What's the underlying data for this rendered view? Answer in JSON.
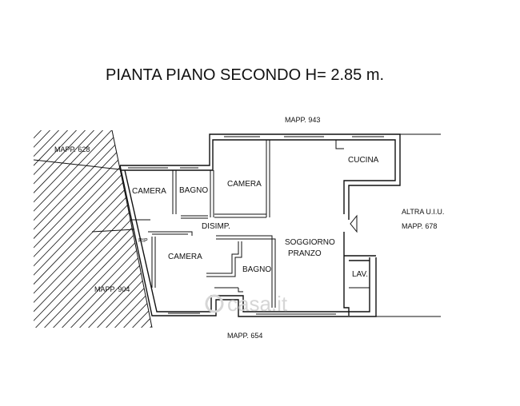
{
  "title": "PIANTA PIANO SECONDO H= 2.85 m.",
  "parcels": {
    "north": "MAPP. 943",
    "northwest": "MAPP. 628",
    "east_neighbor": "ALTRA U.I.U.",
    "east": "MAPP. 678",
    "southwest": "MAPP. 904",
    "south": "MAPP. 654"
  },
  "rooms": {
    "camera_1": "CAMERA",
    "bagno_1": "BAGNO",
    "camera_2": "CAMERA",
    "cucina": "CUCINA",
    "disimpegno": "DISIMP.",
    "ripostiglio": "RIP",
    "camera_3": "CAMERA",
    "bagno_2": "BAGNO",
    "soggiorno": "SOGGIORNO",
    "pranzo": "PRANZO",
    "lavanderia": "LAV."
  },
  "watermark": "casa.it"
}
